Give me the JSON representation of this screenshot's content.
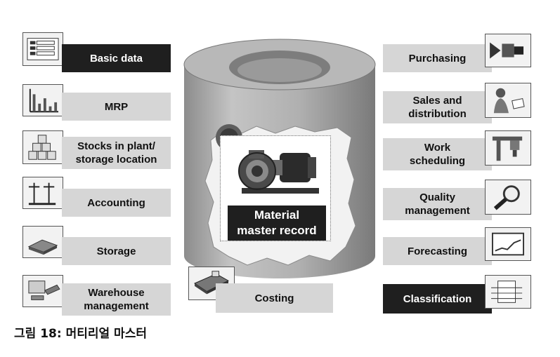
{
  "left_modules": [
    {
      "label": "Basic data",
      "dark": true,
      "icon": "form-icon"
    },
    {
      "label": "MRP",
      "dark": false,
      "icon": "bar-chart-icon"
    },
    {
      "label": "Stocks in plant/\nstorage location",
      "dark": false,
      "icon": "abc-blocks-icon"
    },
    {
      "label": "Accounting",
      "dark": false,
      "icon": "scales-icon"
    },
    {
      "label": "Storage",
      "dark": false,
      "icon": "pallet-icon"
    },
    {
      "label": "Warehouse\nmanagement",
      "dark": false,
      "icon": "computer-icon"
    }
  ],
  "right_modules": [
    {
      "label": "Purchasing",
      "dark": false,
      "icon": "truck-icon"
    },
    {
      "label": "Sales and\ndistribution",
      "dark": false,
      "icon": "salesperson-icon"
    },
    {
      "label": "Work\nscheduling",
      "dark": false,
      "icon": "drill-press-icon"
    },
    {
      "label": "Quality\nmanagement",
      "dark": false,
      "icon": "magnifier-icon"
    },
    {
      "label": "Forecasting",
      "dark": false,
      "icon": "forecast-chart-icon"
    },
    {
      "label": "Classification",
      "dark": true,
      "icon": "classification-icon"
    }
  ],
  "costing": {
    "label": "Costing",
    "icon": "calculator-icon"
  },
  "center": {
    "label": "Material\nmaster record",
    "icon": "pump-icon"
  },
  "caption": "그림 18: 머티리얼 마스터",
  "colors": {
    "box": "#d6d6d6",
    "dark_box": "#1f1f1f",
    "drum": "#a9a9a9"
  }
}
